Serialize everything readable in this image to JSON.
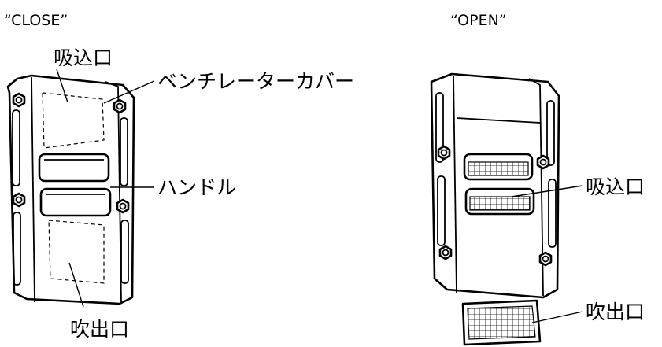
{
  "close_view": {
    "state_label": "“CLOSE”",
    "intake_label": "吸込口",
    "cover_label": "ベンチレーターカバー",
    "handle_label": "ハンドル",
    "outlet_label": "吹出口"
  },
  "open_view": {
    "state_label": "“OPEN”",
    "intake_label": "吸込口",
    "outlet_label": "吹出口"
  }
}
